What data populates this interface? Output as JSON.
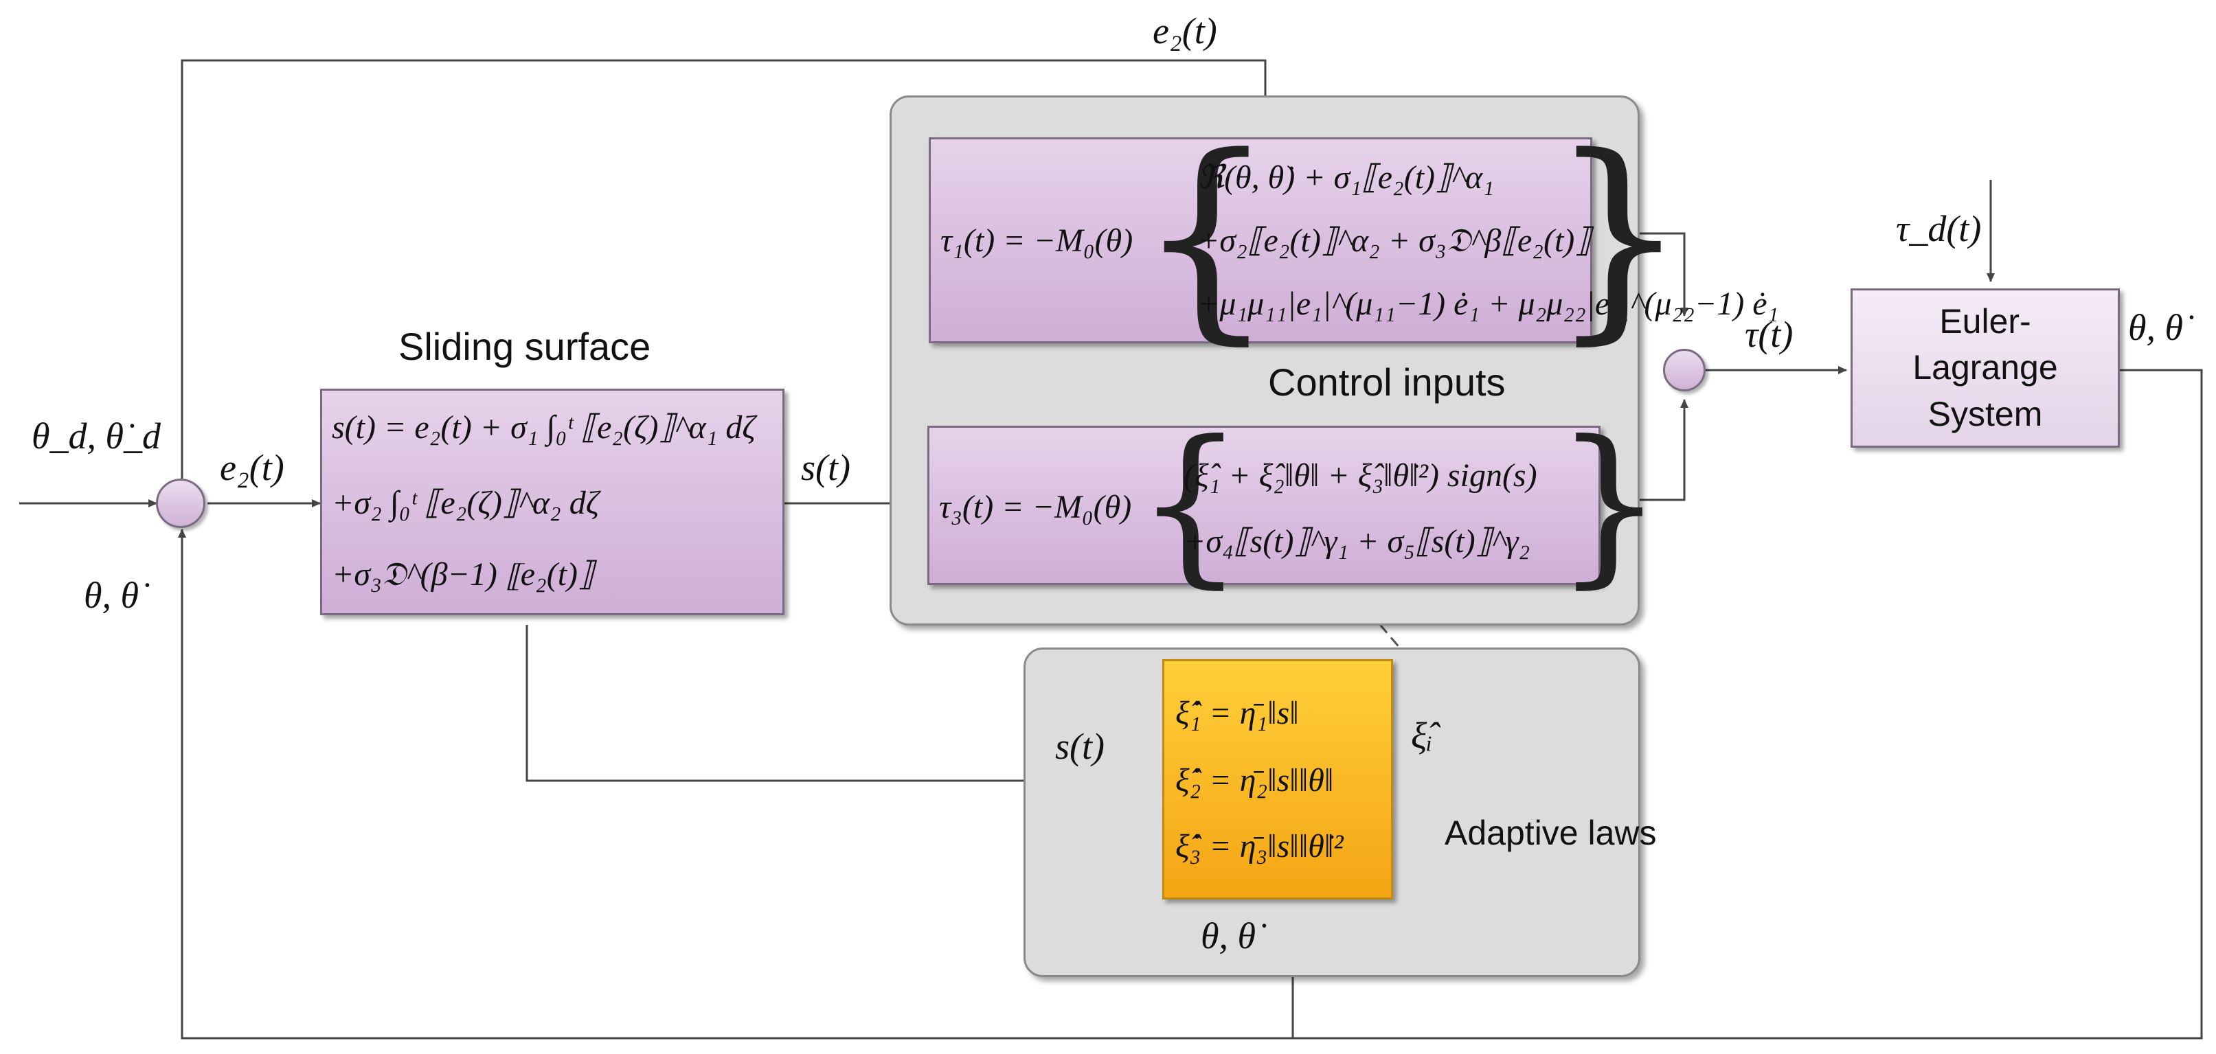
{
  "labels": {
    "sliding_surface": "Sliding surface",
    "control_inputs": "Control inputs",
    "adaptive_laws": "Adaptive laws",
    "plant": "Euler-Lagrange System"
  },
  "signals": {
    "e2_top": "e₂(t)",
    "e2_mid": "e₂(t)",
    "s_mid": "s(t)",
    "s_bottom": "s(t)",
    "theta_d": "θ_d, θ̇_d",
    "theta_fb": "θ, θ̇",
    "theta_out": "θ, θ̇",
    "theta_adapt": "θ, θ̇",
    "tau": "τ(t)",
    "tau_d": "τ_d(t)",
    "xi_hat": "ξ̂ᵢ"
  },
  "equations": {
    "sliding": [
      "s(t) = e₂(t) + σ₁ ∫₀ᵗ ⟦e₂(ζ)⟧^α₁ dζ",
      "+σ₂ ∫₀ᵗ ⟦e₂(ζ)⟧^α₂ dζ",
      "+σ₃𝔇^(β−1) ⟦e₂(t)⟧"
    ],
    "tau1_lhs": "τ₁(t) = −M₀(θ)",
    "tau1": [
      "ℜ(θ, θ̇) + σ₁⟦e₂(t)⟧^α₁",
      "+σ₂⟦e₂(t)⟧^α₂ + σ₃𝔇^β⟦e₂(t)⟧",
      "+μ₁μ₁₁|e₁|^(μ₁₁−1) ė₁ + μ₂μ₂₂|e₁|^(μ₂₂−1) ė₁"
    ],
    "tau3_lhs": "τ₃(t) = −M₀(θ)",
    "tau3": [
      "(ξ̂₁ + ξ̂₂‖θ‖ + ξ̂₃‖θ̇‖²) sign(s)",
      "+σ₄⟦s(t)⟧^γ₁ + σ₅⟦s(t)⟧^γ₂"
    ],
    "adaptive": [
      "ξ̂̇₁ = η̄₁‖s‖",
      "ξ̂̇₂ = η̄₂‖s‖‖θ‖",
      "ξ̂̇₃ = η̄₃‖s‖‖θ̇‖²"
    ]
  },
  "colors": {
    "block_fill": "#d9bfdf",
    "plant_fill": "#efe4f1",
    "adaptive_fill": "#f9b820",
    "group_fill": "#dcdcdc",
    "line": "#444444"
  }
}
